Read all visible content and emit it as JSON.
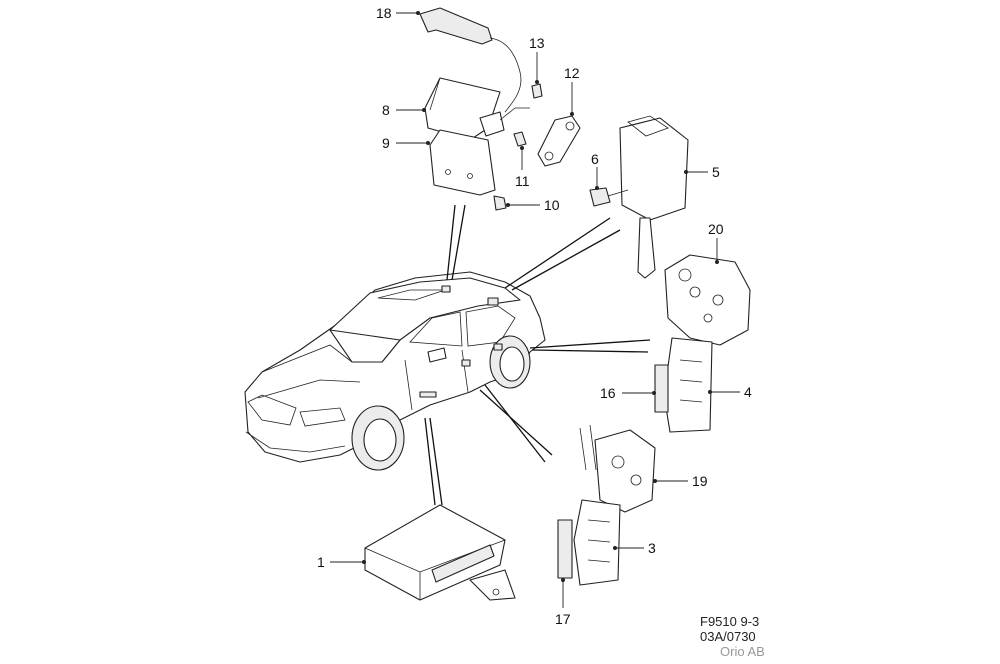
{
  "callouts": {
    "c1": "1",
    "c3": "3",
    "c4": "4",
    "c5": "5",
    "c6": "6",
    "c8": "8",
    "c9": "9",
    "c10": "10",
    "c11": "11",
    "c12": "12",
    "c13": "13",
    "c16": "16",
    "c17": "17",
    "c18": "18",
    "c19": "19",
    "c20": "20"
  },
  "reference": {
    "line1": "F9510 9-3",
    "line2": "03A/0730",
    "line3": "Orio AB"
  }
}
